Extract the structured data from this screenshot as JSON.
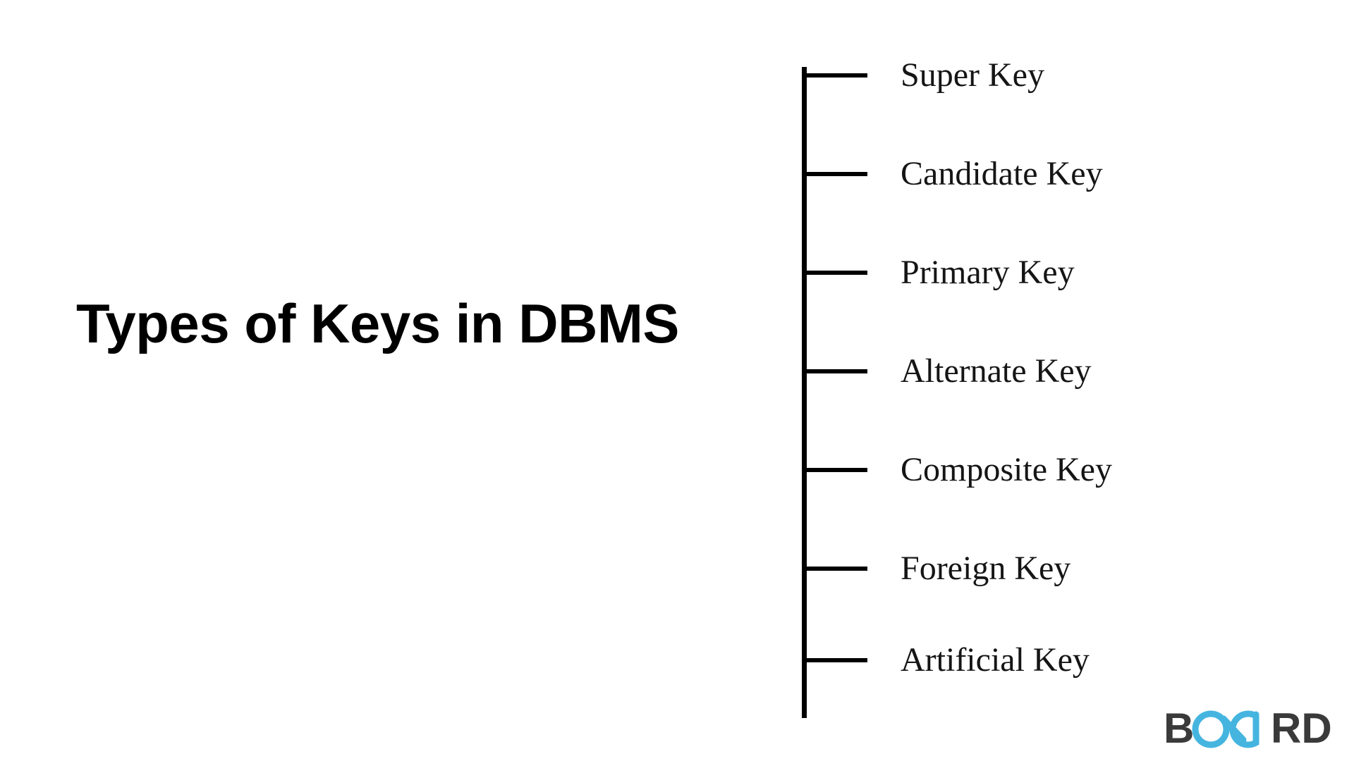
{
  "slide": {
    "background_color": "#ffffff",
    "title": "Types of Keys in DBMS"
  },
  "diagram": {
    "name": "types-of-keys-list",
    "orientation": "vertical-spine-with-ticks",
    "line_color": "#000000",
    "text_color": "#151515",
    "items": [
      {
        "label": "Super Key"
      },
      {
        "label": "Candidate Key"
      },
      {
        "label": "Primary Key"
      },
      {
        "label": "Alternate Key"
      },
      {
        "label": "Composite Key"
      },
      {
        "label": "Foreign Key"
      },
      {
        "label": "Artificial Key"
      }
    ]
  },
  "logo": {
    "text_left": "B",
    "text_right": "RD",
    "mark": "infinity-oa-mark",
    "dark_color": "#3a3a3a",
    "accent_color": "#45b5e0",
    "full_name": "BOARD"
  }
}
